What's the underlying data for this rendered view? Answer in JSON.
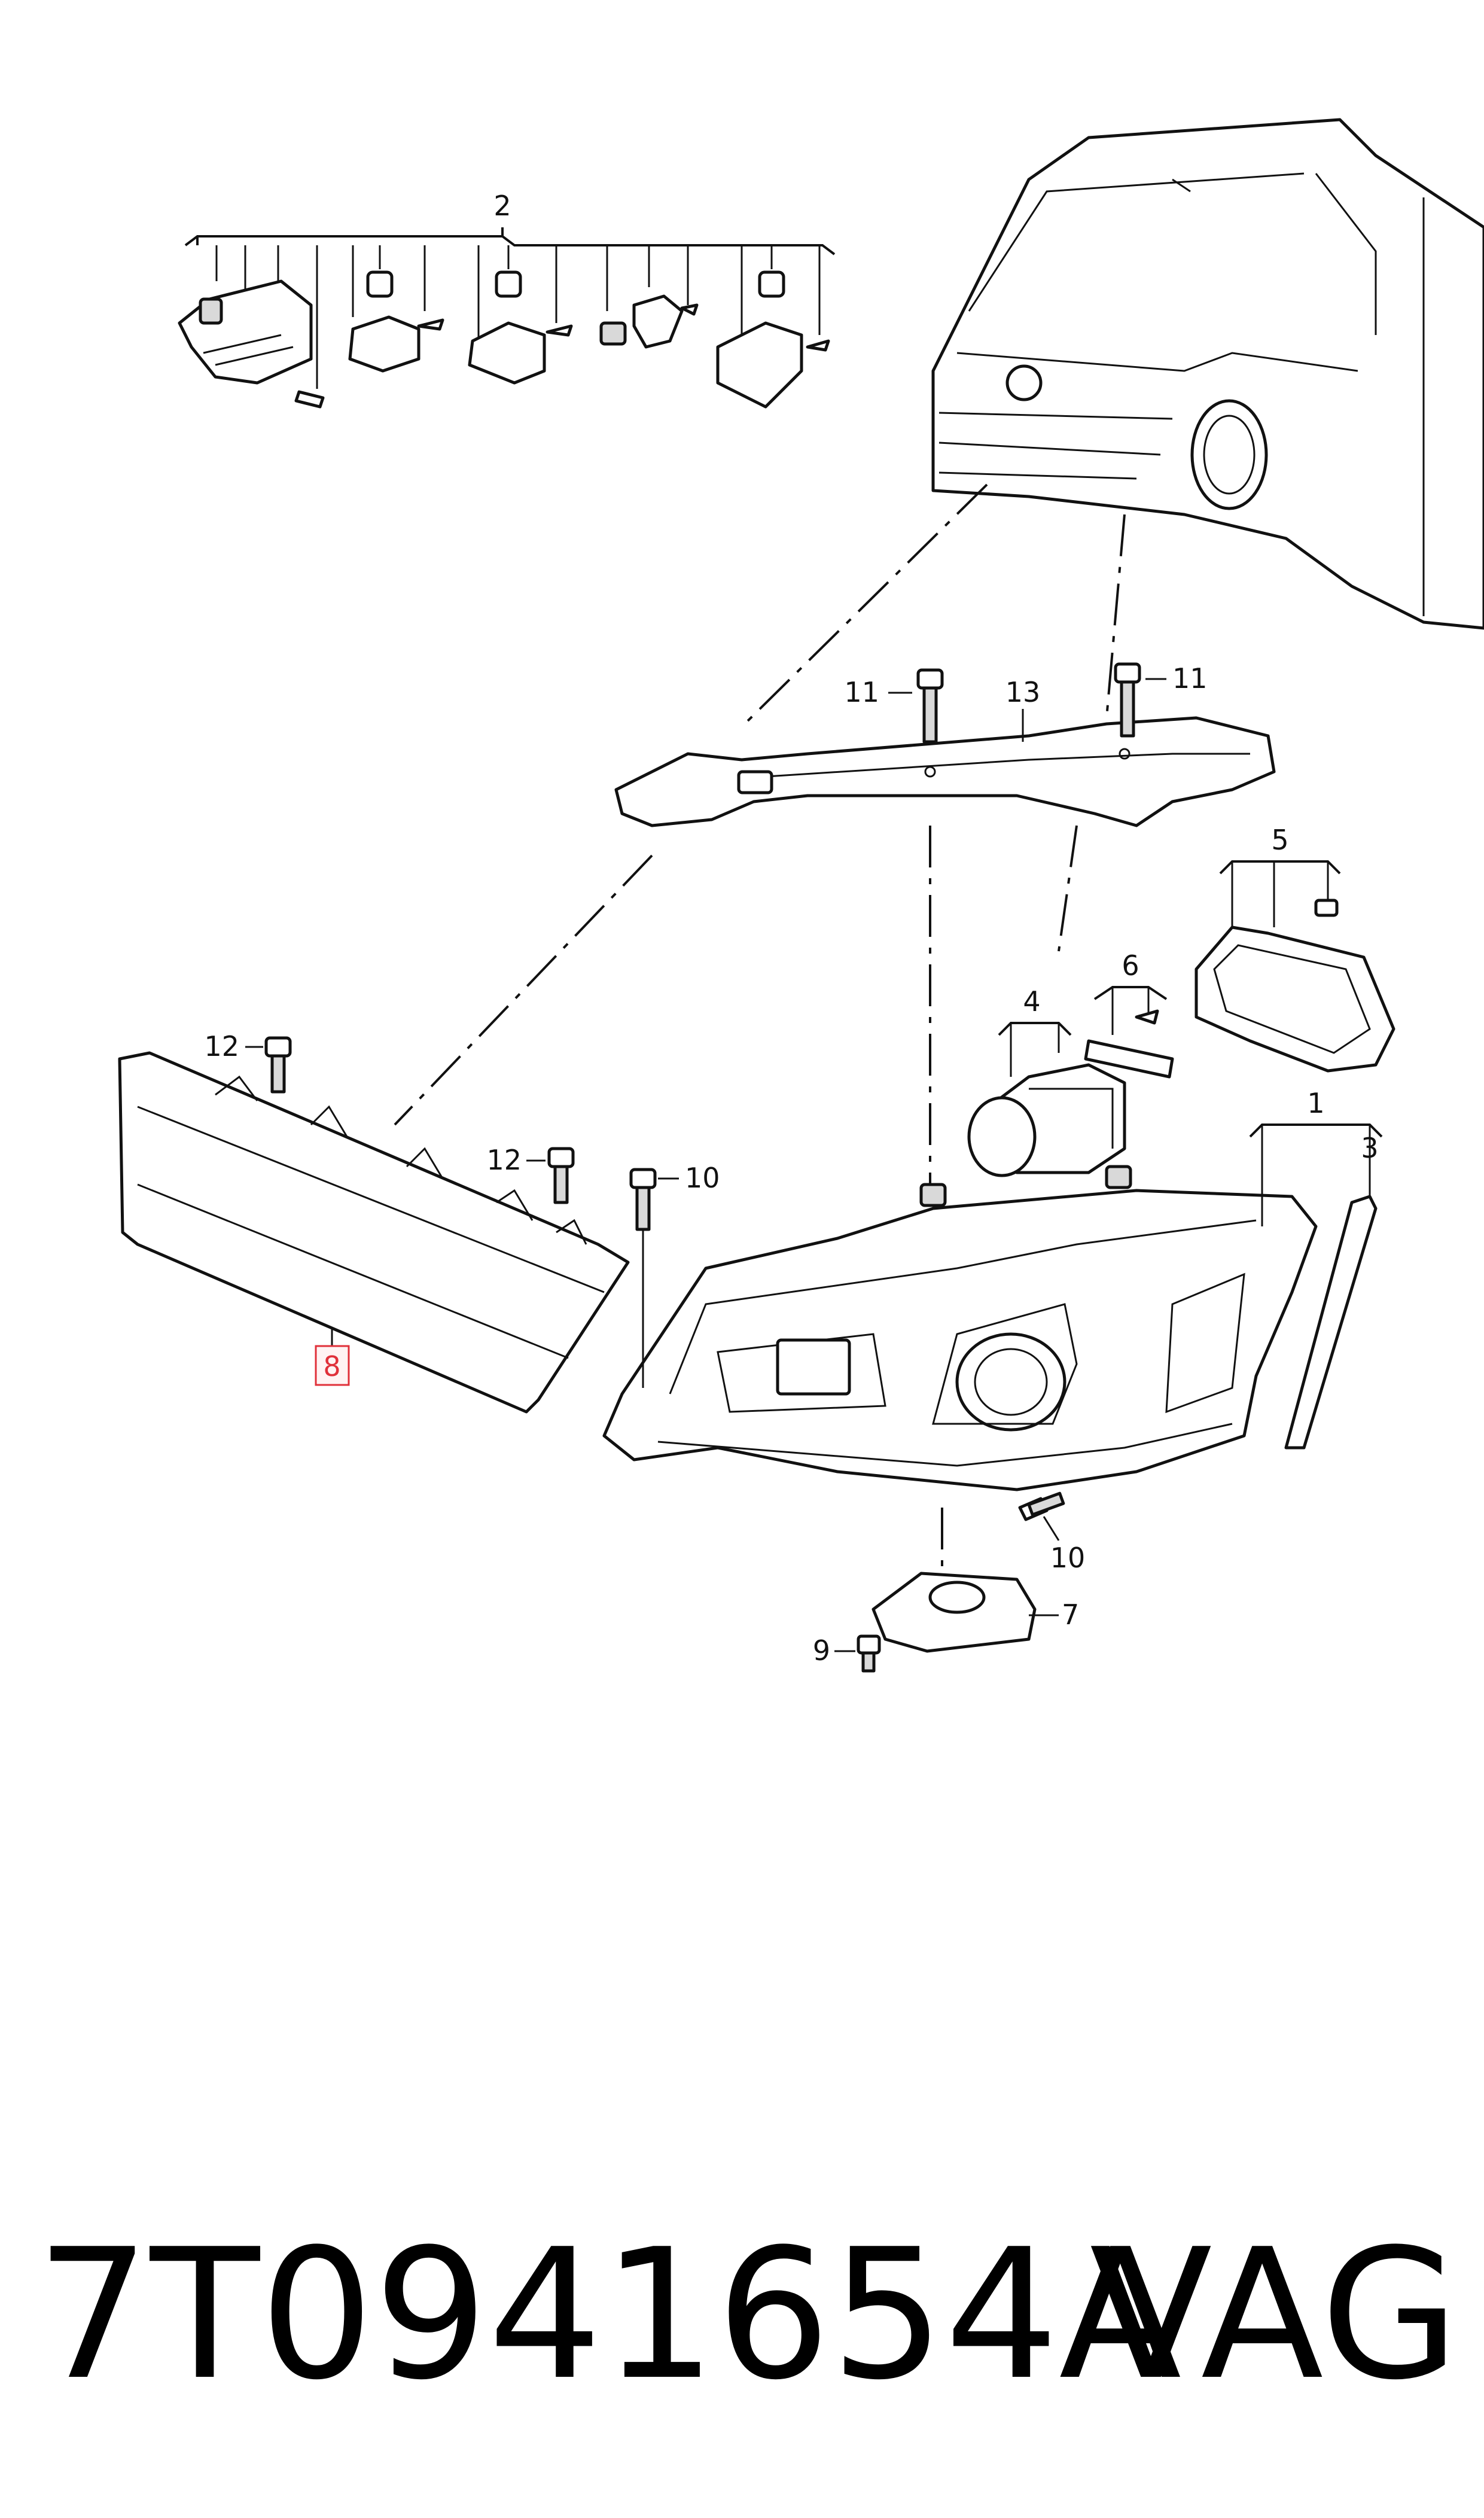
{
  "callouts": {
    "c1": "1",
    "c2": "2",
    "c3": "3",
    "c4": "4",
    "c5": "5",
    "c6": "6",
    "c7": "7",
    "c8": "8",
    "c9": "9",
    "c10a": "10",
    "c10b": "10",
    "c11a": "11",
    "c11b": "11",
    "c12a": "12",
    "c12b": "12",
    "c13": "13"
  },
  "highlighted_callout": "8",
  "footer": {
    "part_number": "7T0941654A",
    "brand": "VAG"
  }
}
